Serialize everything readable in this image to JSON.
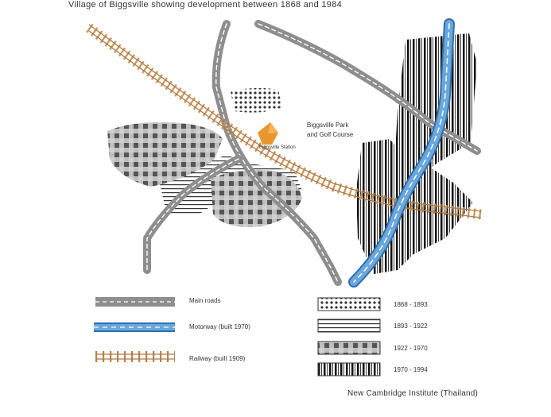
{
  "title": "Village of Biggsville showing development between 1868 and 1984",
  "map": {
    "station_label": "Biggsville Station",
    "park_label_line1": "Biggsville Park",
    "park_label_line2": "and Golf Course"
  },
  "legend": {
    "main_roads": "Main roads",
    "motorway": "Motorway (built 1970)",
    "railway": "Railway (built 1909)",
    "period_1": "1868 - 1893",
    "period_2": "1893 - 1922",
    "period_3": "1922 - 1970",
    "period_4": "1970 - 1994"
  },
  "credit": "New Cambridge Institute (Thailand)",
  "colors": {
    "road": "#9a9a9a",
    "motorway": "#4a90c8",
    "railway": "#c8955a",
    "station": "#e8962e"
  },
  "icons": [
    "station-icon"
  ]
}
